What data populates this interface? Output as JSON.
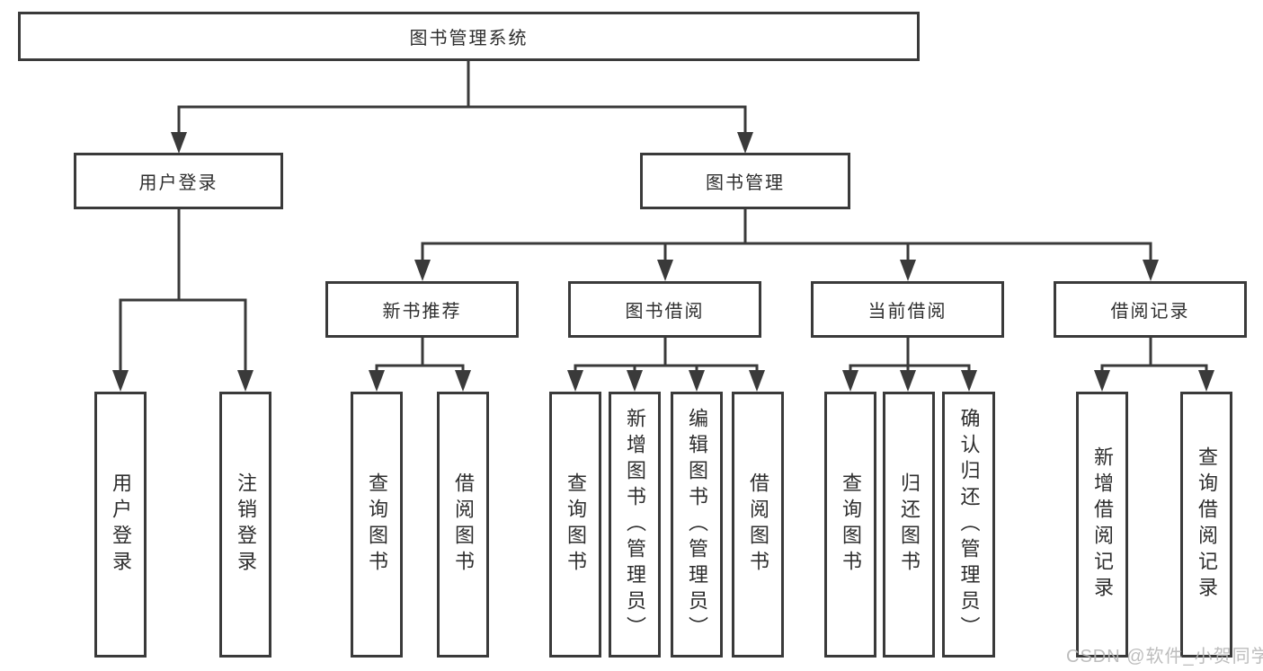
{
  "tree": {
    "root": {
      "label": "图书管理系统",
      "children": [
        {
          "label": "用户登录",
          "children": [
            {
              "label": "用户登录"
            },
            {
              "label": "注销登录"
            }
          ]
        },
        {
          "label": "图书管理",
          "children": [
            {
              "label": "新书推荐",
              "children": [
                {
                  "label": "查询图书"
                },
                {
                  "label": "借阅图书"
                }
              ]
            },
            {
              "label": "图书借阅",
              "children": [
                {
                  "label": "查询图书"
                },
                {
                  "label": "新增图书（管理员）"
                },
                {
                  "label": "编辑图书（管理员）"
                },
                {
                  "label": "借阅图书"
                }
              ]
            },
            {
              "label": "当前借阅",
              "children": [
                {
                  "label": "查询图书"
                },
                {
                  "label": "归还图书"
                },
                {
                  "label": "确认归还（管理员）"
                }
              ]
            },
            {
              "label": "借阅记录",
              "children": [
                {
                  "label": "新增借阅记录"
                },
                {
                  "label": "查询借阅记录"
                }
              ]
            }
          ]
        }
      ]
    }
  },
  "watermark": {
    "text": "CSDN @软件_小贺同学"
  },
  "colors": {
    "line": "#3a3a3a",
    "text": "#2e2e2e",
    "background": "#ffffff",
    "watermark": "#b7b7b7"
  }
}
